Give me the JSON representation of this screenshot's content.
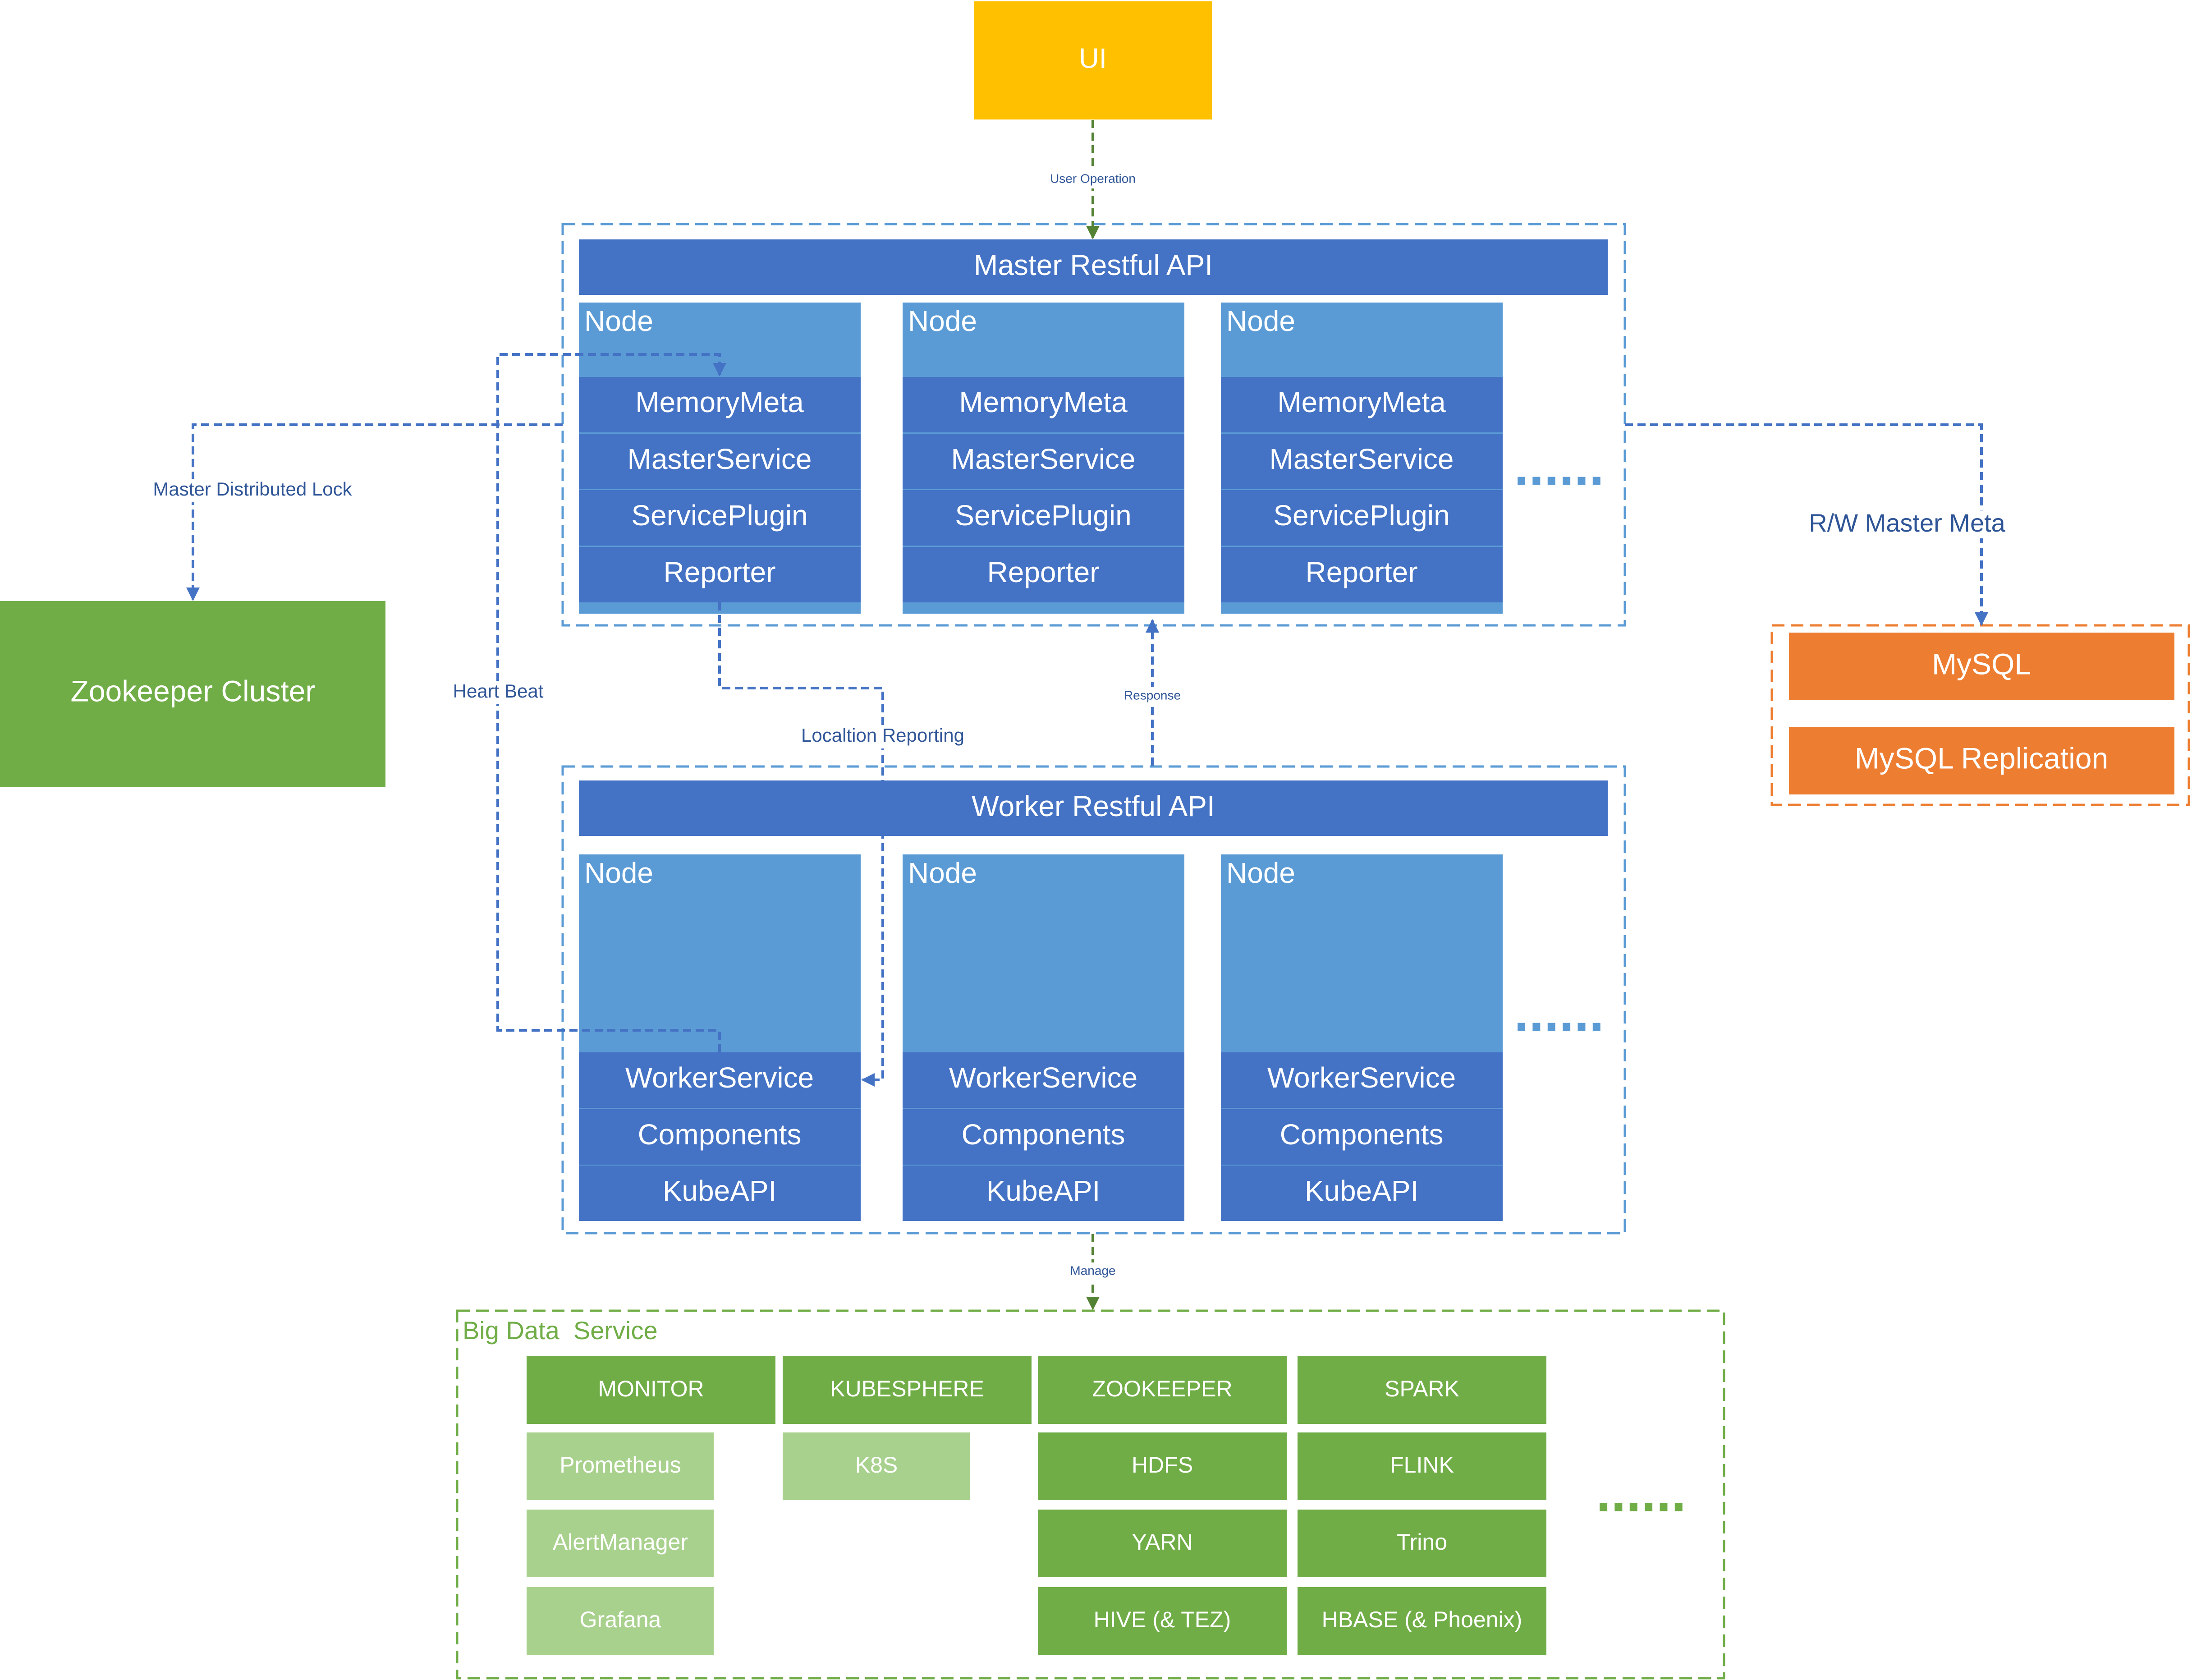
{
  "colors": {
    "ui_box": "#FFC000",
    "api_bar": "#4472C4",
    "node_light": "#5B9BD5",
    "cluster_border": "#5B9BD5",
    "zookeeper": "#70AD47",
    "mysql": "#ED7D31",
    "service_dark": "#70AD47",
    "service_light": "#A9D18E",
    "arrow_blue": "#4472C4",
    "arrow_green": "#548235",
    "label_blue": "#2F5597",
    "label_green": "#70AD47"
  },
  "ui": {
    "label": "UI"
  },
  "arrows": {
    "user_operation": "User Operation",
    "master_distributed_lock": "Master Distributed Lock",
    "heart_beat": "Heart Beat",
    "location_reporting": "Localtion Reporting",
    "response": "Response",
    "rw_master_meta": "R/W Master Meta",
    "manage": "Manage"
  },
  "master": {
    "api_label": "Master Restful API",
    "nodes": [
      {
        "title": "Node",
        "rows": [
          "MemoryMeta",
          "MasterService",
          "ServicePlugin",
          "Reporter"
        ]
      },
      {
        "title": "Node",
        "rows": [
          "MemoryMeta",
          "MasterService",
          "ServicePlugin",
          "Reporter"
        ]
      },
      {
        "title": "Node",
        "rows": [
          "MemoryMeta",
          "MasterService",
          "ServicePlugin",
          "Reporter"
        ]
      }
    ],
    "more": "......"
  },
  "worker": {
    "api_label": "Worker Restful API",
    "nodes": [
      {
        "title": "Node",
        "rows": [
          "WorkerService",
          "Components",
          "KubeAPI"
        ]
      },
      {
        "title": "Node",
        "rows": [
          "WorkerService",
          "Components",
          "KubeAPI"
        ]
      },
      {
        "title": "Node",
        "rows": [
          "WorkerService",
          "Components",
          "KubeAPI"
        ]
      }
    ],
    "more": "......"
  },
  "zookeeper": {
    "label": "Zookeeper Cluster"
  },
  "mysql": {
    "items": [
      "MySQL",
      "MySQL Replication"
    ]
  },
  "big_data": {
    "title": "Big Data  Service",
    "columns": [
      {
        "header": "MONITOR",
        "items": [
          "Prometheus",
          "AlertManager",
          "Grafana"
        ]
      },
      {
        "header": "KUBESPHERE",
        "items": [
          "K8S"
        ]
      },
      {
        "header": "ZOOKEEPER",
        "items": [
          "HDFS",
          "YARN",
          "HIVE (& TEZ)"
        ]
      },
      {
        "header": "SPARK",
        "items": [
          "FLINK",
          "Trino",
          "HBASE (& Phoenix)"
        ]
      }
    ],
    "more": "......"
  }
}
